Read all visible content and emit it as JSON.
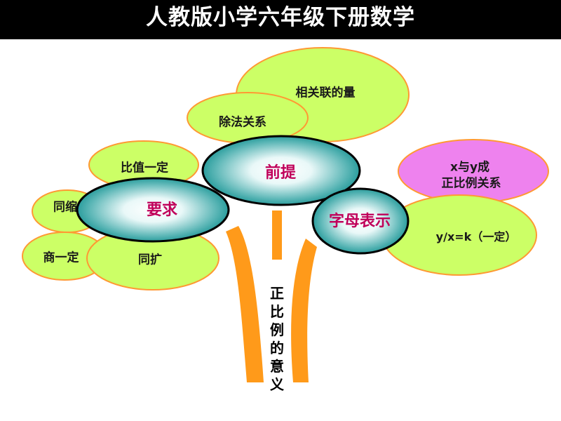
{
  "title": "人教版小学六年级下册数学",
  "trunk_label": "正比例的意义",
  "hubs": {
    "premise": "前提",
    "requirement": "要求",
    "letter_representation": "字母表示"
  },
  "leaves": {
    "related_quantities": "相关联的量",
    "division_relation": "除法关系",
    "ratio_constant": "比值一定",
    "shrink_together": "同缩",
    "quotient_constant": "商一定",
    "expand_together": "同扩",
    "x_y_proportional_line1": "x与y成",
    "x_y_proportional_line2": "正比例关系",
    "formula": "y/x=k（一定）"
  },
  "colors": {
    "header": "#000000",
    "leaf_fill": "#ccff66",
    "leaf_stroke": "#ff9933",
    "pink_leaf_fill": "#ee82ee",
    "hub_fill_center": "#ffffff",
    "hub_fill_edge": "#0e8e8e",
    "hub_stroke": "#000000",
    "hub_text": "#c0005a",
    "trunk": "#ff9a1a"
  }
}
